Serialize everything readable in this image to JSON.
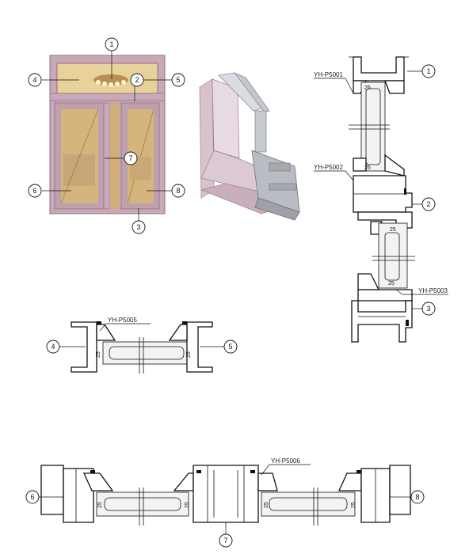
{
  "callouts": {
    "n1": "1",
    "n2": "2",
    "n3": "3",
    "n4": "4",
    "n5": "5",
    "n6": "6",
    "n7": "7",
    "n8": "8"
  },
  "profiles": {
    "p5001": "YH-P5001",
    "p5002": "YH-P5002",
    "p5003": "YH-P5003",
    "p5005": "YH-P5005",
    "p5006": "YH-P5006"
  },
  "dimension": "25",
  "colors": {
    "frame": "#c9a9b9",
    "frame_dark": "#a88899",
    "glass_warm": "#d8b878",
    "profile_silver": "#b9bcc2"
  }
}
